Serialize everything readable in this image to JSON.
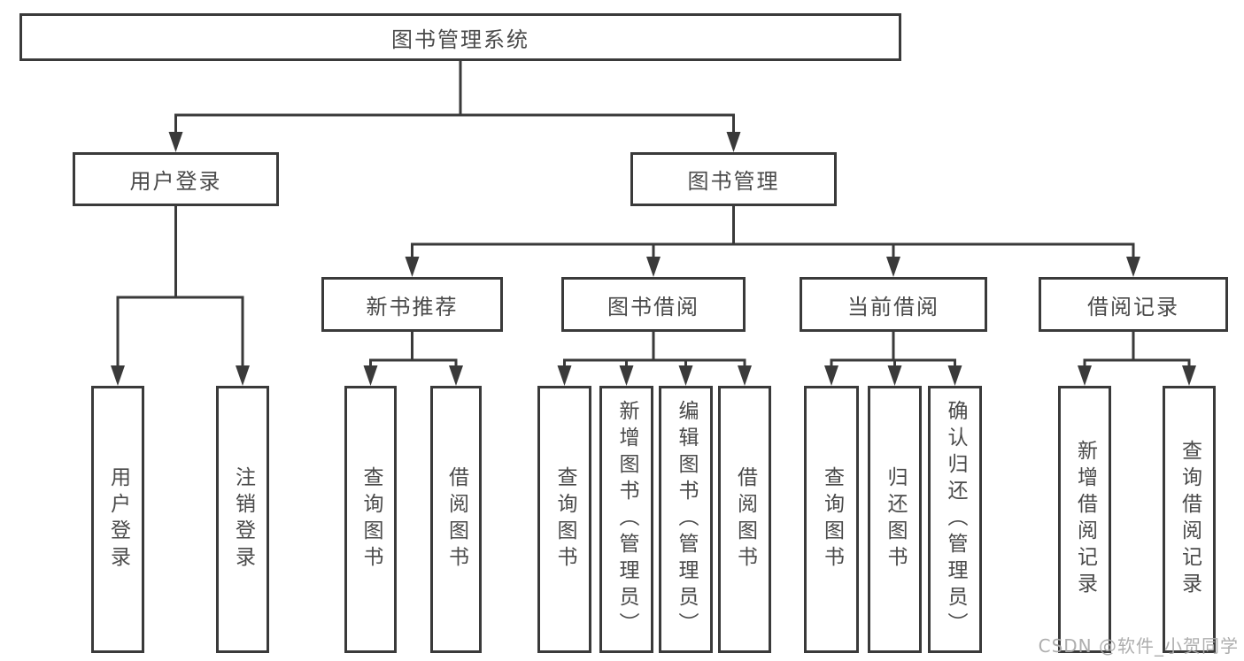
{
  "diagram": {
    "colors": {
      "line": "#3a3a3a",
      "box_border": "#3a3a3a",
      "text": "#4a4a4a",
      "watermark": "#aaaaaa",
      "background": "#ffffff"
    },
    "watermark": "CSDN @软件_小贺同学",
    "nodes": {
      "root": {
        "label": "图书管理系统"
      },
      "user_login": {
        "label": "用户登录"
      },
      "book_mgmt": {
        "label": "图书管理"
      },
      "new_book_rec": {
        "label": "新书推荐"
      },
      "book_borrow": {
        "label": "图书借阅"
      },
      "current_borrow": {
        "label": "当前借阅"
      },
      "borrow_records": {
        "label": "借阅记录"
      },
      "leaf_user_login": {
        "label": "用户登录"
      },
      "leaf_logout": {
        "label": "注销登录"
      },
      "leaf_query_books_a": {
        "label": "查询图书"
      },
      "leaf_borrow_books_a": {
        "label": "借阅图书"
      },
      "leaf_query_books_b": {
        "label": "查询图书"
      },
      "leaf_add_books_admin": {
        "label": "新增图书（管理员）"
      },
      "leaf_edit_books_admin": {
        "label": "编辑图书（管理员）"
      },
      "leaf_borrow_books_b": {
        "label": "借阅图书"
      },
      "leaf_query_books_c": {
        "label": "查询图书"
      },
      "leaf_return_books": {
        "label": "归还图书"
      },
      "leaf_confirm_return_admin": {
        "label": "确认归还（管理员）"
      },
      "leaf_add_borrow_record": {
        "label": "新增借阅记录"
      },
      "leaf_query_borrow_record": {
        "label": "查询借阅记录"
      }
    }
  }
}
